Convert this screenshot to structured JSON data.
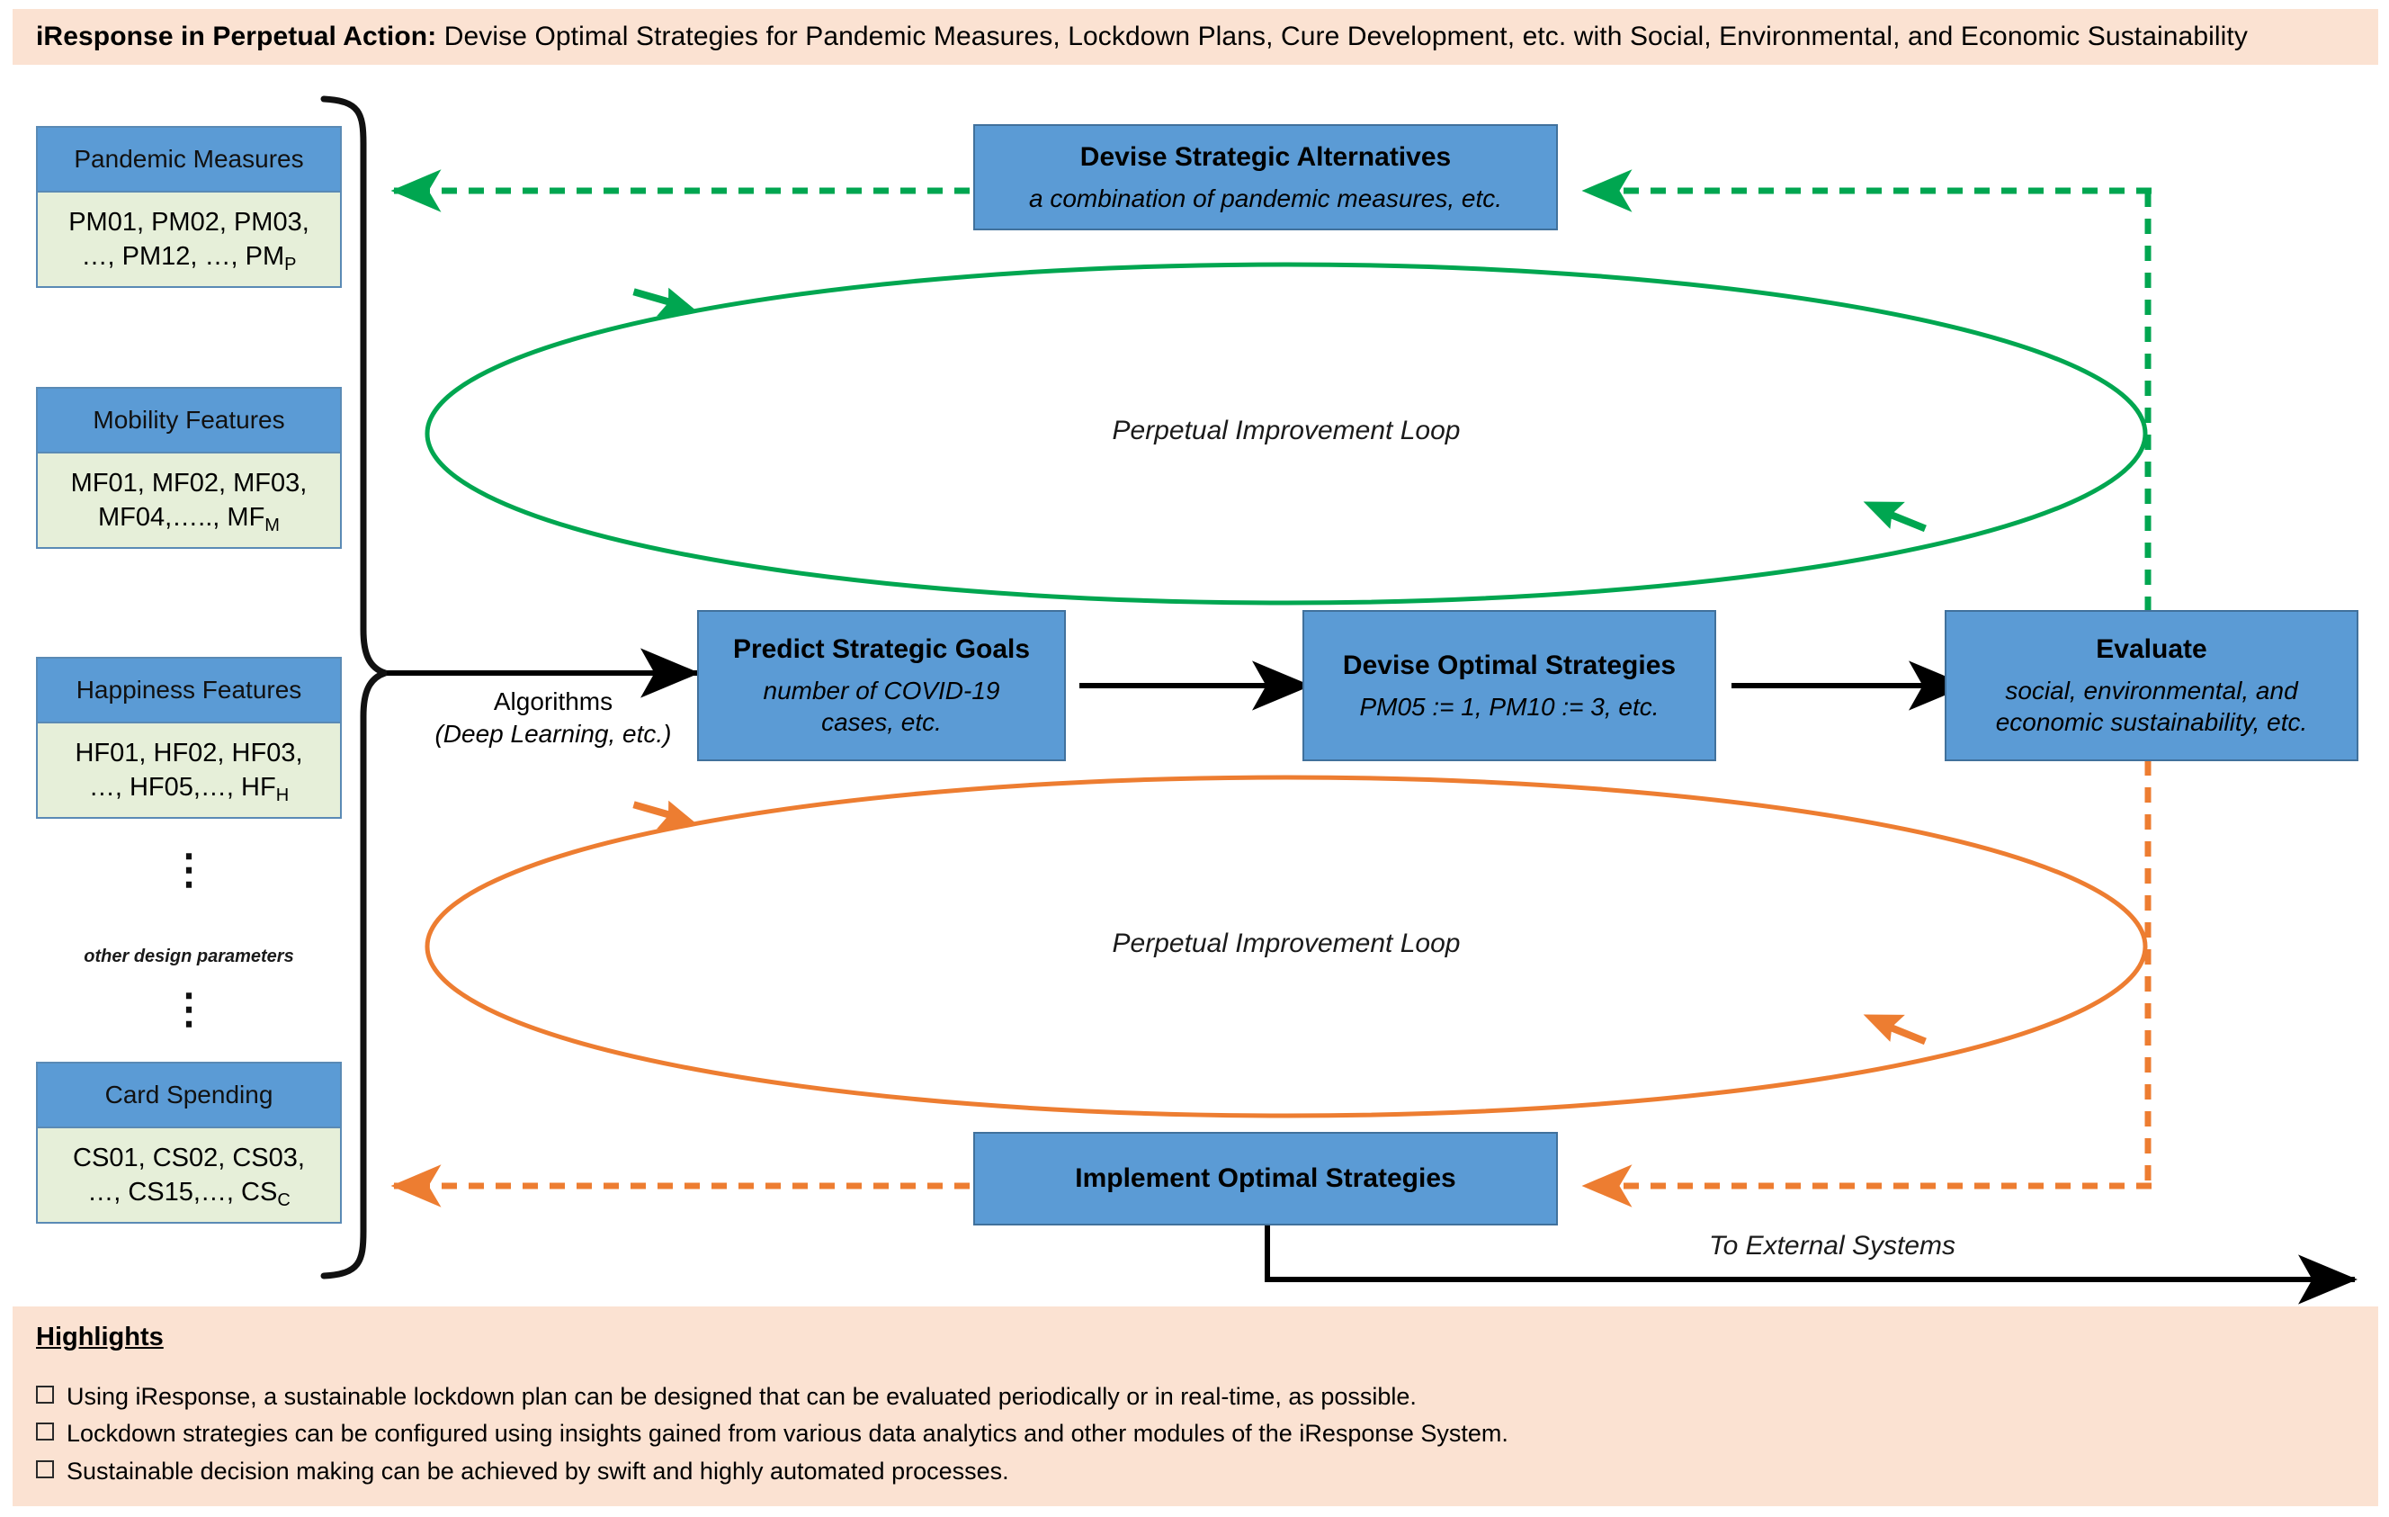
{
  "header": {
    "title_bold": "iResponse in Perpetual Action:",
    "title_rest": " Devise Optimal Strategies for Pandemic Measures, Lockdown Plans, Cure Development, etc. with Social, Environmental, and Economic Sustainability",
    "background": "#fbe2d2"
  },
  "colors": {
    "box_fill": "#5b9bd5",
    "box_border": "#41719c",
    "card_body_fill": "#e6efd9",
    "green_loop": "#00a650",
    "orange_loop": "#ed7d31",
    "black": "#000000",
    "banner": "#fbe2d2"
  },
  "parameter_cards": [
    {
      "title": "Pandemic Measures",
      "line1": "PM01, PM02, PM03,",
      "line2": "…, PM12, …, PM",
      "sub": "P"
    },
    {
      "title": "Mobility Features",
      "line1": "MF01, MF02, MF03,",
      "line2": "MF04,….., MF",
      "sub": "M"
    },
    {
      "title": "Happiness Features",
      "line1": "HF01, HF02, HF03,",
      "line2": "…, HF05,…, HF",
      "sub": "H"
    },
    {
      "title": "Card Spending",
      "line1": "CS01, CS02, CS03,",
      "line2": "…, CS15,…, CS",
      "sub": "C"
    }
  ],
  "other_parameters_label": "other design parameters",
  "vertical_dots": "⋮",
  "process_boxes": {
    "devise_alternatives": {
      "title": "Devise Strategic Alternatives",
      "subtitle": "a combination of pandemic measures, etc."
    },
    "predict_goals": {
      "title": "Predict Strategic Goals",
      "subtitle_line1": "number of COVID-19",
      "subtitle_line2": "cases, etc."
    },
    "devise_optimal": {
      "title": "Devise Optimal Strategies",
      "subtitle": "PM05 := 1, PM10 := 3, etc."
    },
    "evaluate": {
      "title": "Evaluate",
      "subtitle_line1": "social, environmental, and",
      "subtitle_line2": "economic sustainability, etc."
    },
    "implement": {
      "title": "Implement Optimal Strategies"
    }
  },
  "labels": {
    "algorithms_line1": "Algorithms",
    "algorithms_line2": "(Deep Learning, etc.)",
    "loop_top": "Perpetual Improvement Loop",
    "loop_bottom": "Perpetual Improvement Loop",
    "to_external_systems": "To External Systems"
  },
  "highlights": {
    "heading": "Highlights",
    "items": [
      "Using iResponse, a sustainable lockdown plan can be designed that can be evaluated periodically or in real-time, as possible.",
      "Lockdown strategies can be configured using insights gained from various data analytics and other modules of the iResponse System.",
      "Sustainable decision making can be achieved by swift and highly automated processes."
    ]
  }
}
